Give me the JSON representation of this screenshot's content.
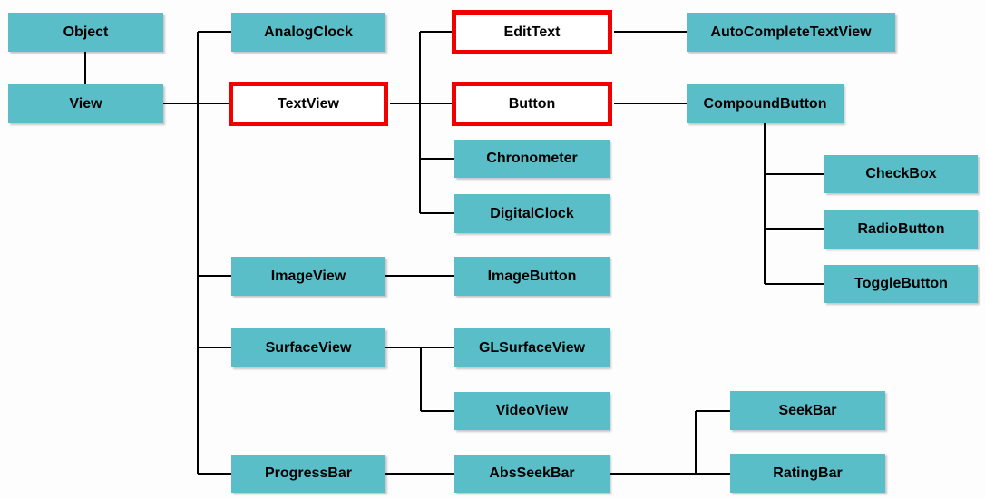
{
  "colors": {
    "background": "#FDFDFD",
    "node_fill": "#5ABEC8",
    "node_text": "#000000",
    "highlight_fill": "#FFFFFF",
    "highlight_border": "#F20000",
    "connector": "#000000"
  },
  "diagram": {
    "type": "class-hierarchy-tree",
    "highlighted_nodes": [
      "TextView",
      "EditText",
      "Button"
    ]
  },
  "nodes": [
    {
      "id": "object",
      "label": "Object",
      "highlighted": false,
      "parent": null
    },
    {
      "id": "view",
      "label": "View",
      "highlighted": false,
      "parent": "Object"
    },
    {
      "id": "analogclock",
      "label": "AnalogClock",
      "highlighted": false,
      "parent": "View"
    },
    {
      "id": "textview",
      "label": "TextView",
      "highlighted": true,
      "parent": "View"
    },
    {
      "id": "edittext",
      "label": "EditText",
      "highlighted": true,
      "parent": "TextView"
    },
    {
      "id": "button",
      "label": "Button",
      "highlighted": true,
      "parent": "TextView"
    },
    {
      "id": "chronometer",
      "label": "Chronometer",
      "highlighted": false,
      "parent": "TextView"
    },
    {
      "id": "digitalclock",
      "label": "DigitalClock",
      "highlighted": false,
      "parent": "TextView"
    },
    {
      "id": "autocompletetextview",
      "label": "AutoCompleteTextView",
      "highlighted": false,
      "parent": "EditText"
    },
    {
      "id": "compoundbutton",
      "label": "CompoundButton",
      "highlighted": false,
      "parent": "Button"
    },
    {
      "id": "checkbox",
      "label": "CheckBox",
      "highlighted": false,
      "parent": "CompoundButton"
    },
    {
      "id": "radiobutton",
      "label": "RadioButton",
      "highlighted": false,
      "parent": "CompoundButton"
    },
    {
      "id": "togglebutton",
      "label": "ToggleButton",
      "highlighted": false,
      "parent": "CompoundButton"
    },
    {
      "id": "imageview",
      "label": "ImageView",
      "highlighted": false,
      "parent": "View"
    },
    {
      "id": "imagebutton",
      "label": "ImageButton",
      "highlighted": false,
      "parent": "ImageView"
    },
    {
      "id": "surfaceview",
      "label": "SurfaceView",
      "highlighted": false,
      "parent": "View"
    },
    {
      "id": "glsurfaceview",
      "label": "GLSurfaceView",
      "highlighted": false,
      "parent": "SurfaceView"
    },
    {
      "id": "videoview",
      "label": "VideoView",
      "highlighted": false,
      "parent": "SurfaceView"
    },
    {
      "id": "progressbar",
      "label": "ProgressBar",
      "highlighted": false,
      "parent": "View"
    },
    {
      "id": "absseekbar",
      "label": "AbsSeekBar",
      "highlighted": false,
      "parent": "ProgressBar"
    },
    {
      "id": "seekbar",
      "label": "SeekBar",
      "highlighted": false,
      "parent": "AbsSeekBar"
    },
    {
      "id": "ratingbar",
      "label": "RatingBar",
      "highlighted": false,
      "parent": "AbsSeekBar"
    }
  ]
}
